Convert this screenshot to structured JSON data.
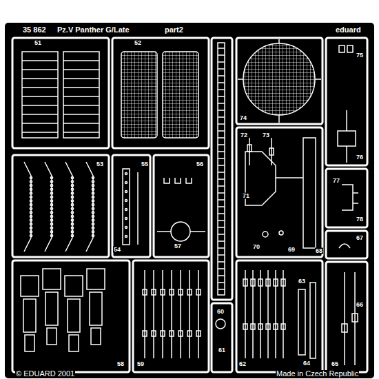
{
  "diagram": {
    "labels": [
      "35 862",
      "Pz.V Panther G/Late",
      "part2",
      "eduard",
      "51",
      "52",
      "53",
      "54",
      "55",
      "56",
      "57",
      "58",
      "59",
      "60",
      "61",
      "62",
      "63",
      "64",
      "65",
      "66",
      "67",
      "68",
      "69",
      "70",
      "71",
      "72",
      "73",
      "74",
      "75",
      "76",
      "77",
      "78",
      "© EDUARD 2001",
      "Made in Czech Republic"
    ]
  }
}
